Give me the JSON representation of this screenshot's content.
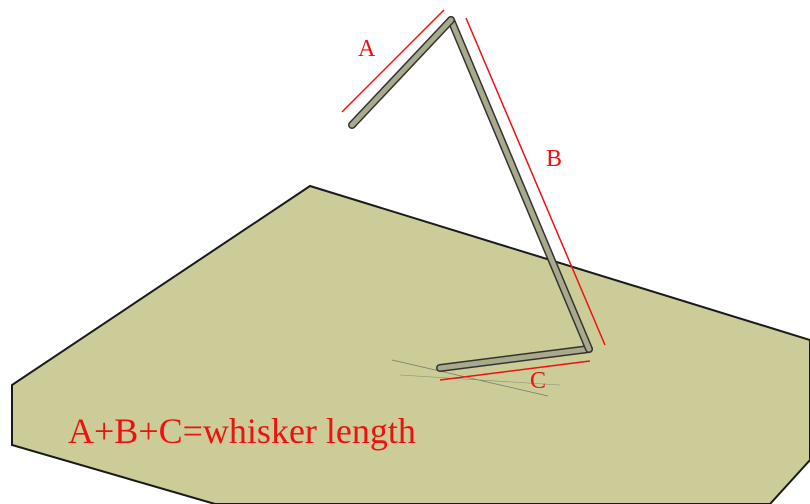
{
  "labels": {
    "segment_a": "A",
    "segment_b": "B",
    "segment_c": "C",
    "equation": "A+B+C=whisker length"
  },
  "colors": {
    "plate_fill": "#cccc99",
    "plate_edge": "#1a1a1a",
    "whisker_fill": "#a9a98b",
    "whisker_edge": "#333333",
    "annotation": "#ee1111"
  }
}
